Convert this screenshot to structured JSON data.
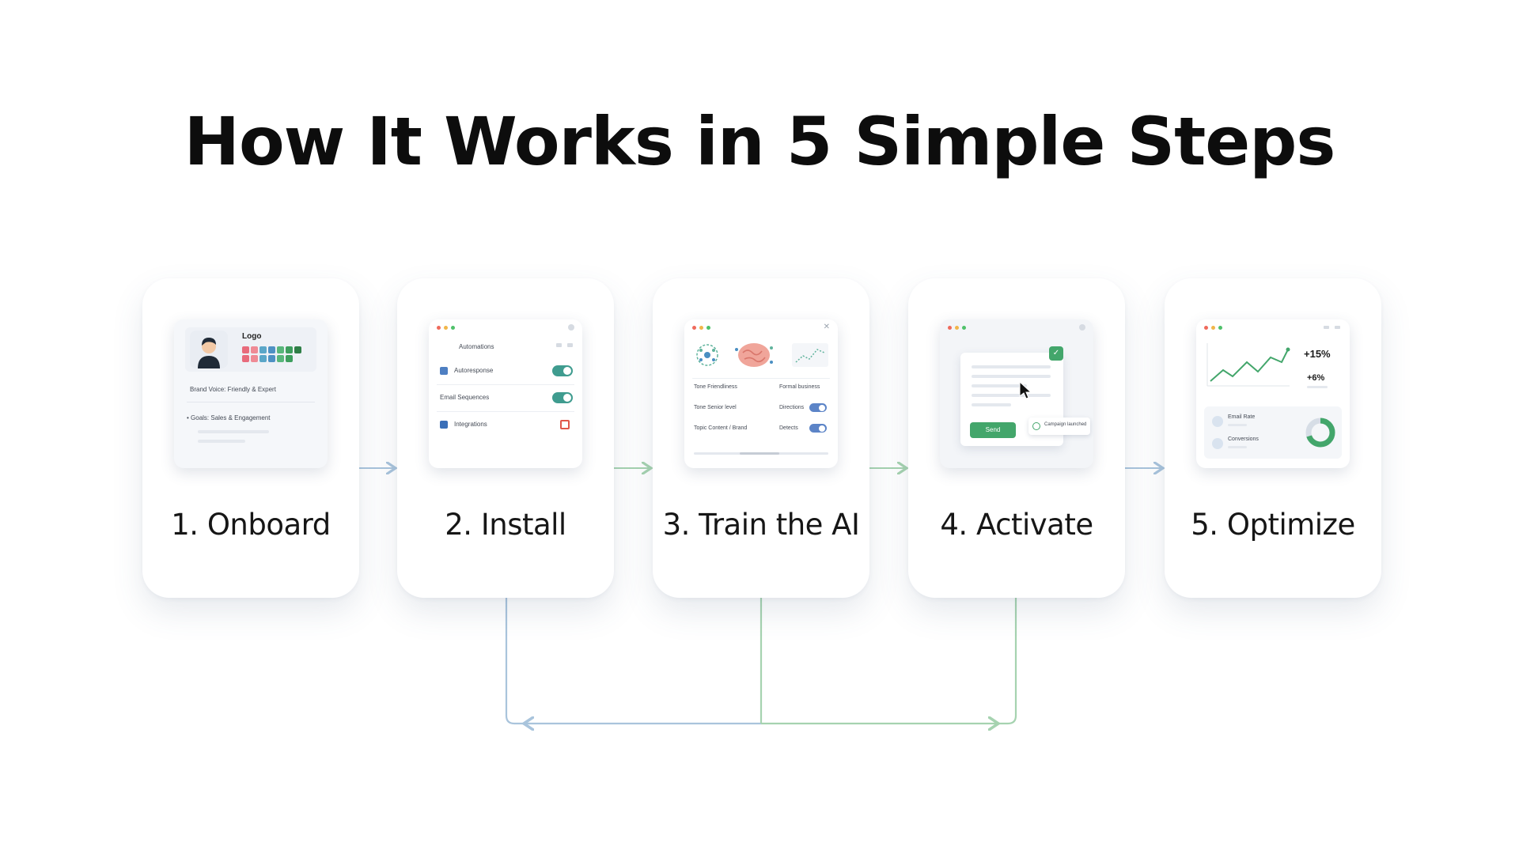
{
  "title": "How It Works in 5 Simple Steps",
  "steps": [
    {
      "label": "1. Onboard",
      "mock": {
        "heading": "Logo",
        "line1": "Brand Voice: Friendly & Expert",
        "line2": "• Goals: Sales & Engagement",
        "swatch_colors": [
          "#e86b7c",
          "#ef8a95",
          "#5aa6c8",
          "#4e91c4",
          "#58b67a",
          "#3d9e5d",
          "#2f7f47"
        ]
      }
    },
    {
      "label": "2. Install",
      "mock": {
        "heading": "Automations",
        "rows": [
          "Autoresponse",
          "Email Sequences",
          "Integrations"
        ]
      }
    },
    {
      "label": "3. Train the AI",
      "mock": {
        "rows": [
          {
            "left": "Tone  Friendliness",
            "right": "Formal business"
          },
          {
            "left": "Tone  Senior level",
            "right": "Directions"
          },
          {
            "left": "Topic  Content / Brand",
            "right": "Detects"
          }
        ]
      }
    },
    {
      "label": "4. Activate",
      "mock": {
        "button": "Send",
        "note": "Campaign launched"
      }
    },
    {
      "label": "5. Optimize",
      "mock": {
        "stat1": "+15%",
        "stat2": "+6%",
        "row1": "Email Rate",
        "row2": "Conversions"
      }
    }
  ],
  "colors": {
    "accent_green": "#43a66b",
    "accent_teal": "#3f9c8f",
    "connector_blue": "#a9c4dc",
    "connector_green": "#a6d3b0"
  }
}
